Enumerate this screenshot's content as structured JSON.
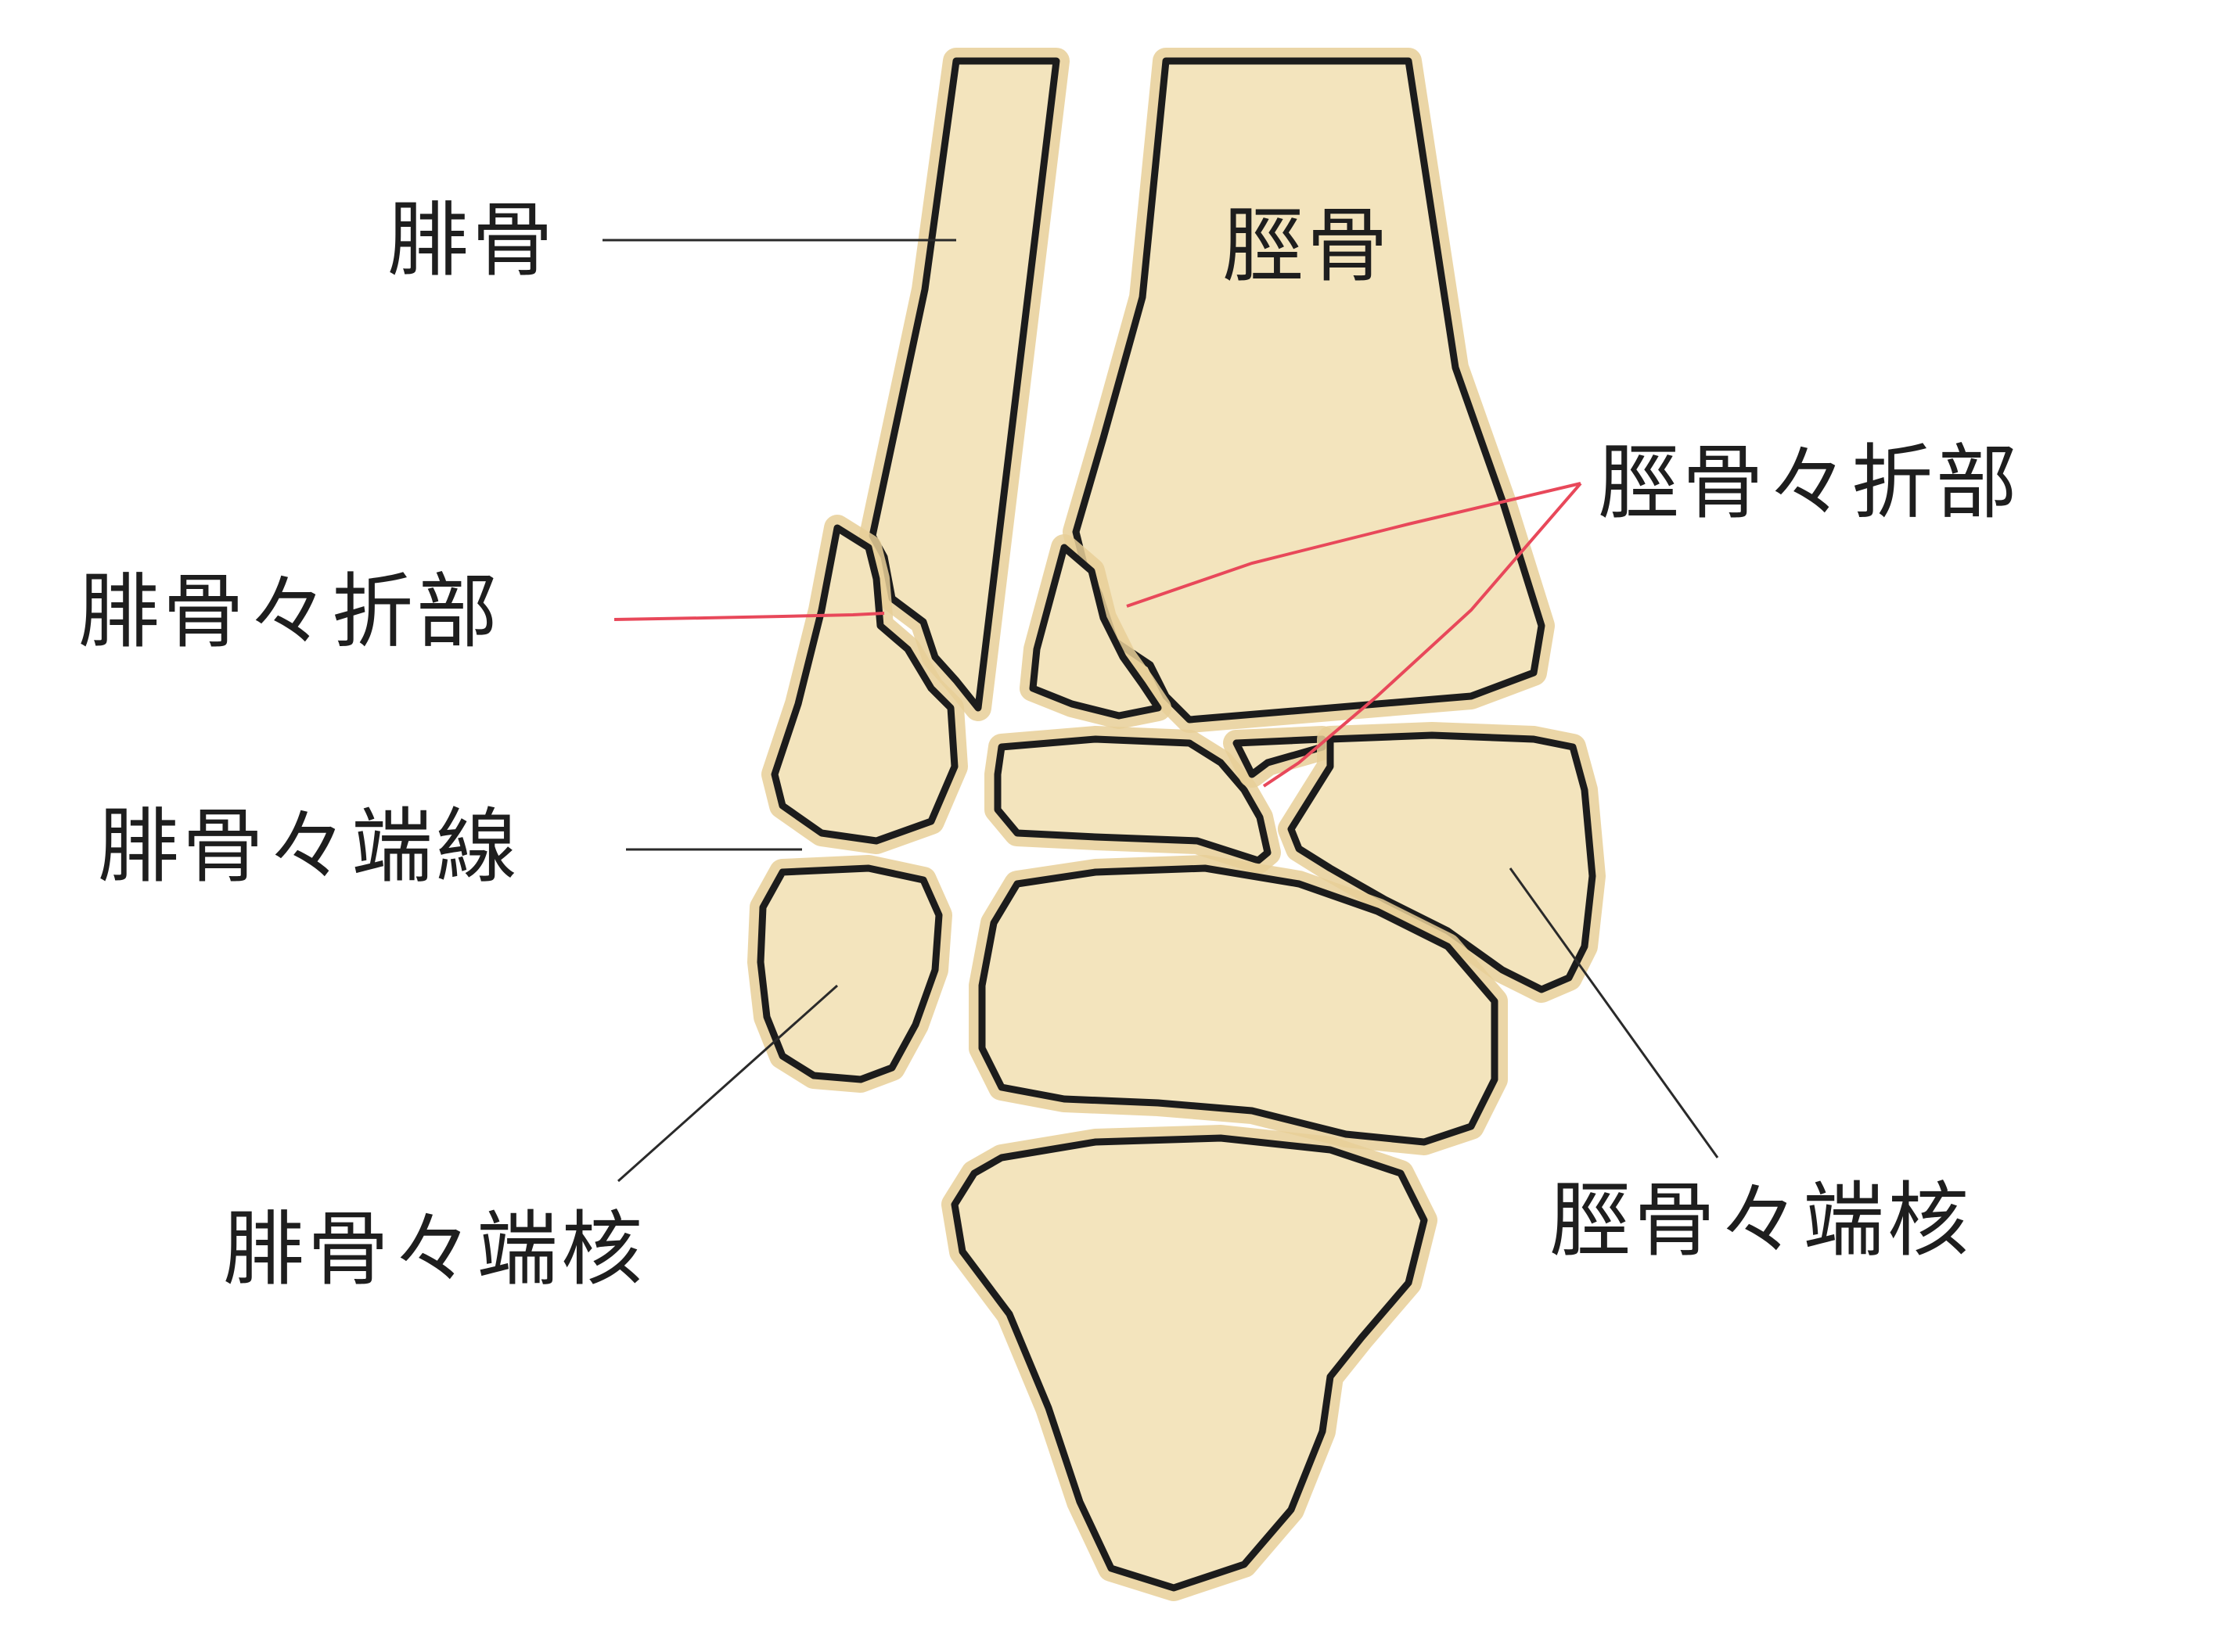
{
  "labels": {
    "fibula": "腓骨",
    "tibia": "脛骨",
    "tibia_fracture": "脛骨々折部",
    "fibula_fracture": "腓骨々折部",
    "fibula_physis": "腓骨々端線",
    "fibula_epiphysis": "腓骨々端核",
    "tibia_epiphysis": "脛骨々端核"
  },
  "colors": {
    "bone_fill": "#f3e4bd",
    "bone_shade": "#e8cf98",
    "outline": "#1c1c1c",
    "leader": "#2a2a2a",
    "fracture_leader": "#e8485a"
  }
}
